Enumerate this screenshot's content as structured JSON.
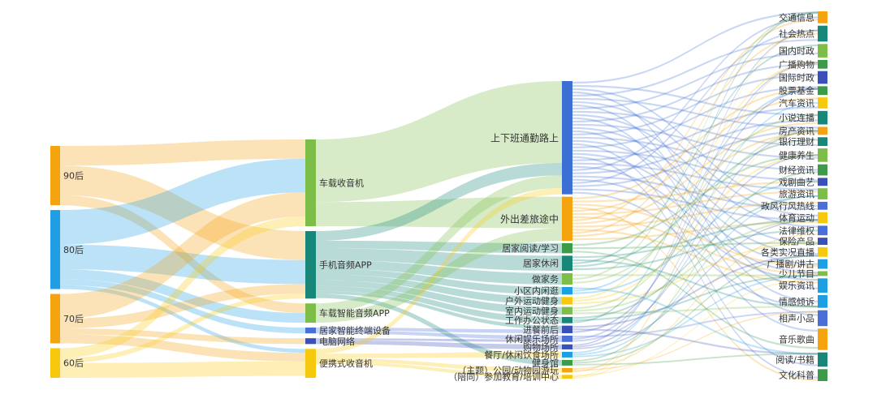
{
  "chart_data": {
    "type": "sankey",
    "columns": [
      {
        "nodes": [
          {
            "label": "90后",
            "value": 12,
            "color": "#F5A30F"
          },
          {
            "label": "80后",
            "value": 16,
            "color": "#1E9FE3"
          },
          {
            "label": "70后",
            "value": 10,
            "color": "#F5A30F"
          },
          {
            "label": "60后",
            "value": 6,
            "color": "#F7C90E"
          }
        ]
      },
      {
        "nodes": [
          {
            "label": "车载收音机",
            "value": 18,
            "color": "#7CBE48"
          },
          {
            "label": "手机音频APP",
            "value": 14,
            "color": "#17877A"
          },
          {
            "label": "车载智能音频APP",
            "value": 4,
            "color": "#7CBE48"
          },
          {
            "label": "居家智能终端设备",
            "value": 1.2,
            "color": "#4A6FD6"
          },
          {
            "label": "电脑网络",
            "value": 1.2,
            "color": "#3A4FB8"
          },
          {
            "label": "便携式收音机",
            "value": 6,
            "color": "#F7C90E"
          }
        ]
      },
      {
        "nodes": [
          {
            "label": "上下班通勤路上",
            "value": 18,
            "color": "#3C6FD4"
          },
          {
            "label": "外出差旅途中",
            "value": 7,
            "color": "#F5A30F"
          },
          {
            "label": "居家阅读/学习",
            "value": 1.6,
            "color": "#3B9B49"
          },
          {
            "label": "居家休闲",
            "value": 2.4,
            "color": "#17877A"
          },
          {
            "label": "做家务",
            "value": 1.8,
            "color": "#7CBE48"
          },
          {
            "label": "小区内闲逛",
            "value": 1.2,
            "color": "#1E9FE3"
          },
          {
            "label": "户外运动健身",
            "value": 1.2,
            "color": "#F7C90E"
          },
          {
            "label": "室内运动健身",
            "value": 1.2,
            "color": "#7CBE48"
          },
          {
            "label": "工作办公状态",
            "value": 1.0,
            "color": "#17877A"
          },
          {
            "label": "进餐前后",
            "value": 1.2,
            "color": "#3A4FB8"
          },
          {
            "label": "休闲娱乐场所",
            "value": 1.0,
            "color": "#4A6FD6"
          },
          {
            "label": "购物场所",
            "value": 0.8,
            "color": "#3A4FB8"
          },
          {
            "label": "餐厅/休闲饮食场所",
            "value": 0.9,
            "color": "#1E9FE3"
          },
          {
            "label": "健身馆",
            "value": 0.9,
            "color": "#3B9B49"
          },
          {
            "label": "（主题）公园/动物园游玩",
            "value": 0.7,
            "color": "#F5A30F"
          },
          {
            "label": "（陪同）参加教育/培训中心",
            "value": 0.6,
            "color": "#F7C90E"
          }
        ]
      },
      {
        "nodes": [
          {
            "label": "交通信息",
            "value": 1.5,
            "color": "#F5A30F"
          },
          {
            "label": "社会热点",
            "value": 2.0,
            "color": "#17877A"
          },
          {
            "label": "国内时政",
            "value": 1.7,
            "color": "#7CBE48"
          },
          {
            "label": "广播购物",
            "value": 1.1,
            "color": "#3B9B49"
          },
          {
            "label": "国际时政",
            "value": 1.6,
            "color": "#3A4FB8"
          },
          {
            "label": "股票基金",
            "value": 1.1,
            "color": "#3B9B49"
          },
          {
            "label": "汽车资讯",
            "value": 1.4,
            "color": "#F7C90E"
          },
          {
            "label": "小说连播",
            "value": 1.7,
            "color": "#17877A"
          },
          {
            "label": "房产资讯",
            "value": 1.0,
            "color": "#F5A30F"
          },
          {
            "label": "银行理财",
            "value": 1.1,
            "color": "#17877A"
          },
          {
            "label": "健康养生",
            "value": 1.7,
            "color": "#7CBE48"
          },
          {
            "label": "财经资讯",
            "value": 1.4,
            "color": "#3B9B49"
          },
          {
            "label": "戏剧曲艺",
            "value": 1.0,
            "color": "#3A4FB8"
          },
          {
            "label": "旅游资讯",
            "value": 1.4,
            "color": "#7CBE48"
          },
          {
            "label": "政风行风热线",
            "value": 1.0,
            "color": "#4A6FD6"
          },
          {
            "label": "体育运动",
            "value": 1.4,
            "color": "#F7C90E"
          },
          {
            "label": "法律维权",
            "value": 1.2,
            "color": "#4A6FD6"
          },
          {
            "label": "保险产品",
            "value": 0.9,
            "color": "#3A4FB8"
          },
          {
            "label": "各类实况直播",
            "value": 1.2,
            "color": "#F7C90E"
          },
          {
            "label": "广播剧/讲古",
            "value": 1.2,
            "color": "#1E9FE3"
          },
          {
            "label": "少儿节目",
            "value": 0.6,
            "color": "#7CBE48"
          },
          {
            "label": "娱乐资讯",
            "value": 1.8,
            "color": "#1E9FE3"
          },
          {
            "label": "情感倾诉",
            "value": 1.6,
            "color": "#1E9FE3"
          },
          {
            "label": "相声小品",
            "value": 2.0,
            "color": "#4A6FD6"
          },
          {
            "label": "音乐歌曲",
            "value": 2.7,
            "color": "#F5A30F"
          },
          {
            "label": "阅读/书籍",
            "value": 1.8,
            "color": "#17877A"
          },
          {
            "label": "文化科普",
            "value": 1.5,
            "color": "#3B9B49"
          }
        ]
      }
    ],
    "links": [
      {
        "source": "90后",
        "target": "车载收音机",
        "value": 4
      },
      {
        "source": "90后",
        "target": "手机音频APP",
        "value": 6
      },
      {
        "source": "90后",
        "target": "车载智能音频APP",
        "value": 2
      },
      {
        "source": "80后",
        "target": "车载收音机",
        "value": 7
      },
      {
        "source": "80后",
        "target": "手机音频APP",
        "value": 5
      },
      {
        "source": "80后",
        "target": "车载智能音频APP",
        "value": 2
      },
      {
        "source": "80后",
        "target": "居家智能终端设备",
        "value": 1.2
      },
      {
        "source": "80后",
        "target": "便携式收音机",
        "value": 0.8
      },
      {
        "source": "70后",
        "target": "车载收音机",
        "value": 5
      },
      {
        "source": "70后",
        "target": "手机音频APP",
        "value": 2
      },
      {
        "source": "70后",
        "target": "电脑网络",
        "value": 1.2
      },
      {
        "source": "70后",
        "target": "便携式收音机",
        "value": 1.8
      },
      {
        "source": "60后",
        "target": "车载收音机",
        "value": 2
      },
      {
        "source": "60后",
        "target": "手机音频APP",
        "value": 1
      },
      {
        "source": "60后",
        "target": "便携式收音机",
        "value": 3
      },
      {
        "source": "车载收音机",
        "target": "上下班通勤路上",
        "value": 13
      },
      {
        "source": "车载收音机",
        "target": "外出差旅途中",
        "value": 5
      },
      {
        "source": "手机音频APP",
        "target": "上下班通勤路上",
        "value": 2
      },
      {
        "source": "手机音频APP",
        "target": "居家阅读/学习",
        "value": 1.6
      },
      {
        "source": "手机音频APP",
        "target": "居家休闲",
        "value": 2.4
      },
      {
        "source": "手机音频APP",
        "target": "做家务",
        "value": 1.8
      },
      {
        "source": "手机音频APP",
        "target": "小区内闲逛",
        "value": 1.2
      },
      {
        "source": "手机音频APP",
        "target": "户外运动健身",
        "value": 1.2
      },
      {
        "source": "手机音频APP",
        "target": "室内运动健身",
        "value": 1.2
      },
      {
        "source": "手机音频APP",
        "target": "工作办公状态",
        "value": 1.0
      },
      {
        "source": "手机音频APP",
        "target": "进餐前后",
        "value": 0.6
      },
      {
        "source": "手机音频APP",
        "target": "健身馆",
        "value": 0.9
      },
      {
        "source": "车载智能音频APP",
        "target": "上下班通勤路上",
        "value": 2
      },
      {
        "source": "车载智能音频APP",
        "target": "外出差旅途中",
        "value": 2
      },
      {
        "source": "居家智能终端设备",
        "target": "进餐前后",
        "value": 0.6
      },
      {
        "source": "居家智能终端设备",
        "target": "休闲娱乐场所",
        "value": 0.6
      },
      {
        "source": "电脑网络",
        "target": "休闲娱乐场所",
        "value": 0.4
      },
      {
        "source": "电脑网络",
        "target": "购物场所",
        "value": 0.8
      },
      {
        "source": "便携式收音机",
        "target": "上下班通勤路上",
        "value": 1
      },
      {
        "source": "便携式收音机",
        "target": "餐厅/休闲饮食场所",
        "value": 0.9
      },
      {
        "source": "便携式收音机",
        "target": "（主题）公园/动物园游玩",
        "value": 0.7
      },
      {
        "source": "便携式收音机",
        "target": "（陪同）参加教育/培训中心",
        "value": 0.6
      }
    ]
  }
}
